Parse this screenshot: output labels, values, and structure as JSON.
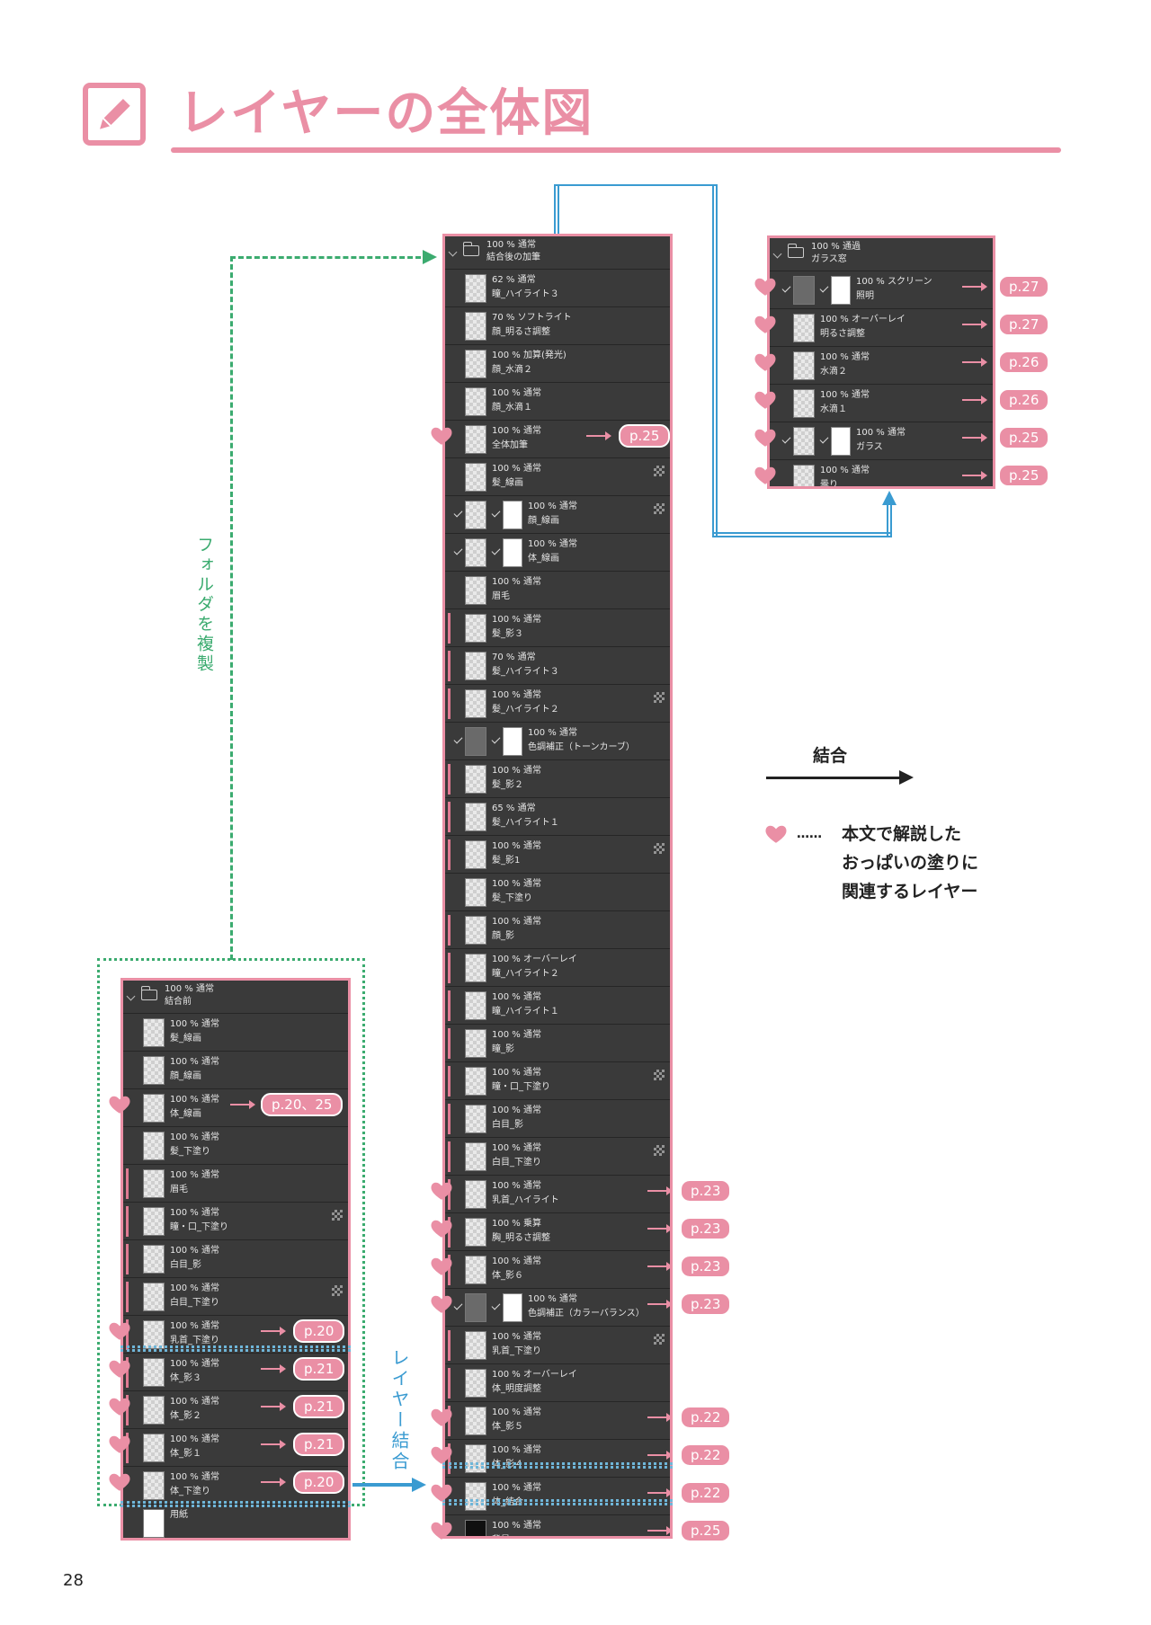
{
  "header": {
    "title": "レイヤーの全体図"
  },
  "labels": {
    "copy_folder": "フォルダを複製",
    "layer_merge": "レイヤー結合",
    "merge": "結合",
    "legend_dots": "……",
    "legend_lines": [
      "本文で解説した",
      "おっぱいの塗りに",
      "関連するレイヤー"
    ]
  },
  "page_number": "28",
  "colors": {
    "accent": "#ea8fa5",
    "green": "#3bab6f",
    "blue": "#3a9bd1",
    "panel": "#3a3a3a"
  },
  "glass_panel": {
    "folder": {
      "line1": "100 % 通過",
      "line2": "ガラス窓"
    },
    "layers": [
      {
        "line1": "100 % スクリーン",
        "line2": "照明",
        "ref": "p.27"
      },
      {
        "line1": "100 % オーバーレイ",
        "line2": "明るさ調整",
        "ref": "p.27"
      },
      {
        "line1": "100 % 通常",
        "line2": "水滴２",
        "ref": "p.26"
      },
      {
        "line1": "100 % 通常",
        "line2": "水滴１",
        "ref": "p.26"
      },
      {
        "line1": "100 % 通常",
        "line2": "ガラス",
        "ref": "p.25"
      },
      {
        "line1": "100 % 通常",
        "line2": "曇り",
        "ref": "p.25"
      }
    ]
  },
  "after_panel": {
    "folder": {
      "line1": "100 % 通常",
      "line2": "結合後の加筆"
    },
    "layers": [
      {
        "line1": "62 % 通常",
        "line2": "瞳_ハイライト３"
      },
      {
        "line1": "70 % ソフトライト",
        "line2": "顔_明るさ調整"
      },
      {
        "line1": "100 % 加算(発光)",
        "line2": "顔_水滴２"
      },
      {
        "line1": "100 % 通常",
        "line2": "顔_水滴１"
      },
      {
        "line1": "100 % 通常",
        "line2": "全体加筆",
        "ref": "p.25"
      },
      {
        "line1": "100 % 通常",
        "line2": "髪_線画"
      },
      {
        "line1": "100 % 通常",
        "line2": "顔_線画"
      },
      {
        "line1": "100 % 通常",
        "line2": "体_線画"
      },
      {
        "line1": "100 % 通常",
        "line2": "眉毛"
      },
      {
        "line1": "100 % 通常",
        "line2": "髪_影３"
      },
      {
        "line1": "70 % 通常",
        "line2": "髪_ハイライト３"
      },
      {
        "line1": "100 % 通常",
        "line2": "髪_ハイライト２"
      },
      {
        "line1": "100 % 通常",
        "line2": "色調補正（トーンカーブ）"
      },
      {
        "line1": "100 % 通常",
        "line2": "髪_影２"
      },
      {
        "line1": "65 % 通常",
        "line2": "髪_ハイライト１"
      },
      {
        "line1": "100 % 通常",
        "line2": "髪_影1"
      },
      {
        "line1": "100 % 通常",
        "line2": "髪_下塗り"
      },
      {
        "line1": "100 % 通常",
        "line2": "顔_影"
      },
      {
        "line1": "100 % オーバーレイ",
        "line2": "瞳_ハイライト２"
      },
      {
        "line1": "100 % 通常",
        "line2": "瞳_ハイライト１"
      },
      {
        "line1": "100 % 通常",
        "line2": "瞳_影"
      },
      {
        "line1": "100 % 通常",
        "line2": "瞳・口_下塗り"
      },
      {
        "line1": "100 % 通常",
        "line2": "白目_影"
      },
      {
        "line1": "100 % 通常",
        "line2": "白目_下塗り"
      },
      {
        "line1": "100 % 通常",
        "line2": "乳首_ハイライト",
        "ref": "p.23"
      },
      {
        "line1": "100 % 乗算",
        "line2": "胸_明るさ調整",
        "ref": "p.23"
      },
      {
        "line1": "100 % 通常",
        "line2": "体_影６",
        "ref": "p.23"
      },
      {
        "line1": "100 % 通常",
        "line2": "色調補正（カラーバランス）",
        "ref": "p.23"
      },
      {
        "line1": "100 % 通常",
        "line2": "乳首_下塗り"
      },
      {
        "line1": "100 % オーバーレイ",
        "line2": "体_明度調整"
      },
      {
        "line1": "100 % 通常",
        "line2": "体_影５",
        "ref": "p.22"
      },
      {
        "line1": "100 % 通常",
        "line2": "体_影４",
        "ref": "p.22"
      },
      {
        "line1": "100 % 通常",
        "line2": "体_結合",
        "ref": "p.22"
      },
      {
        "line1": "100 % 通常",
        "line2": "背景",
        "ref": "p.25"
      }
    ]
  },
  "before_panel": {
    "folder": {
      "line1": "100 % 通常",
      "line2": "結合前"
    },
    "layers": [
      {
        "line1": "100 % 通常",
        "line2": "髪_線画"
      },
      {
        "line1": "100 % 通常",
        "line2": "顔_線画"
      },
      {
        "line1": "100 % 通常",
        "line2": "体_線画",
        "ref": "p.20、25"
      },
      {
        "line1": "100 % 通常",
        "line2": "髪_下塗り"
      },
      {
        "line1": "100 % 通常",
        "line2": "眉毛"
      },
      {
        "line1": "100 % 通常",
        "line2": "瞳・口_下塗り"
      },
      {
        "line1": "100 % 通常",
        "line2": "白目_影"
      },
      {
        "line1": "100 % 通常",
        "line2": "白目_下塗り"
      },
      {
        "line1": "100 % 通常",
        "line2": "乳首_下塗り",
        "ref": "p.20"
      },
      {
        "line1": "100 % 通常",
        "line2": "体_影３",
        "ref": "p.21"
      },
      {
        "line1": "100 % 通常",
        "line2": "体_影２",
        "ref": "p.21"
      },
      {
        "line1": "100 % 通常",
        "line2": "体_影１",
        "ref": "p.21"
      },
      {
        "line1": "100 % 通常",
        "line2": "体_下塗り",
        "ref": "p.20"
      },
      {
        "line1": "",
        "line2": "用紙"
      }
    ]
  }
}
